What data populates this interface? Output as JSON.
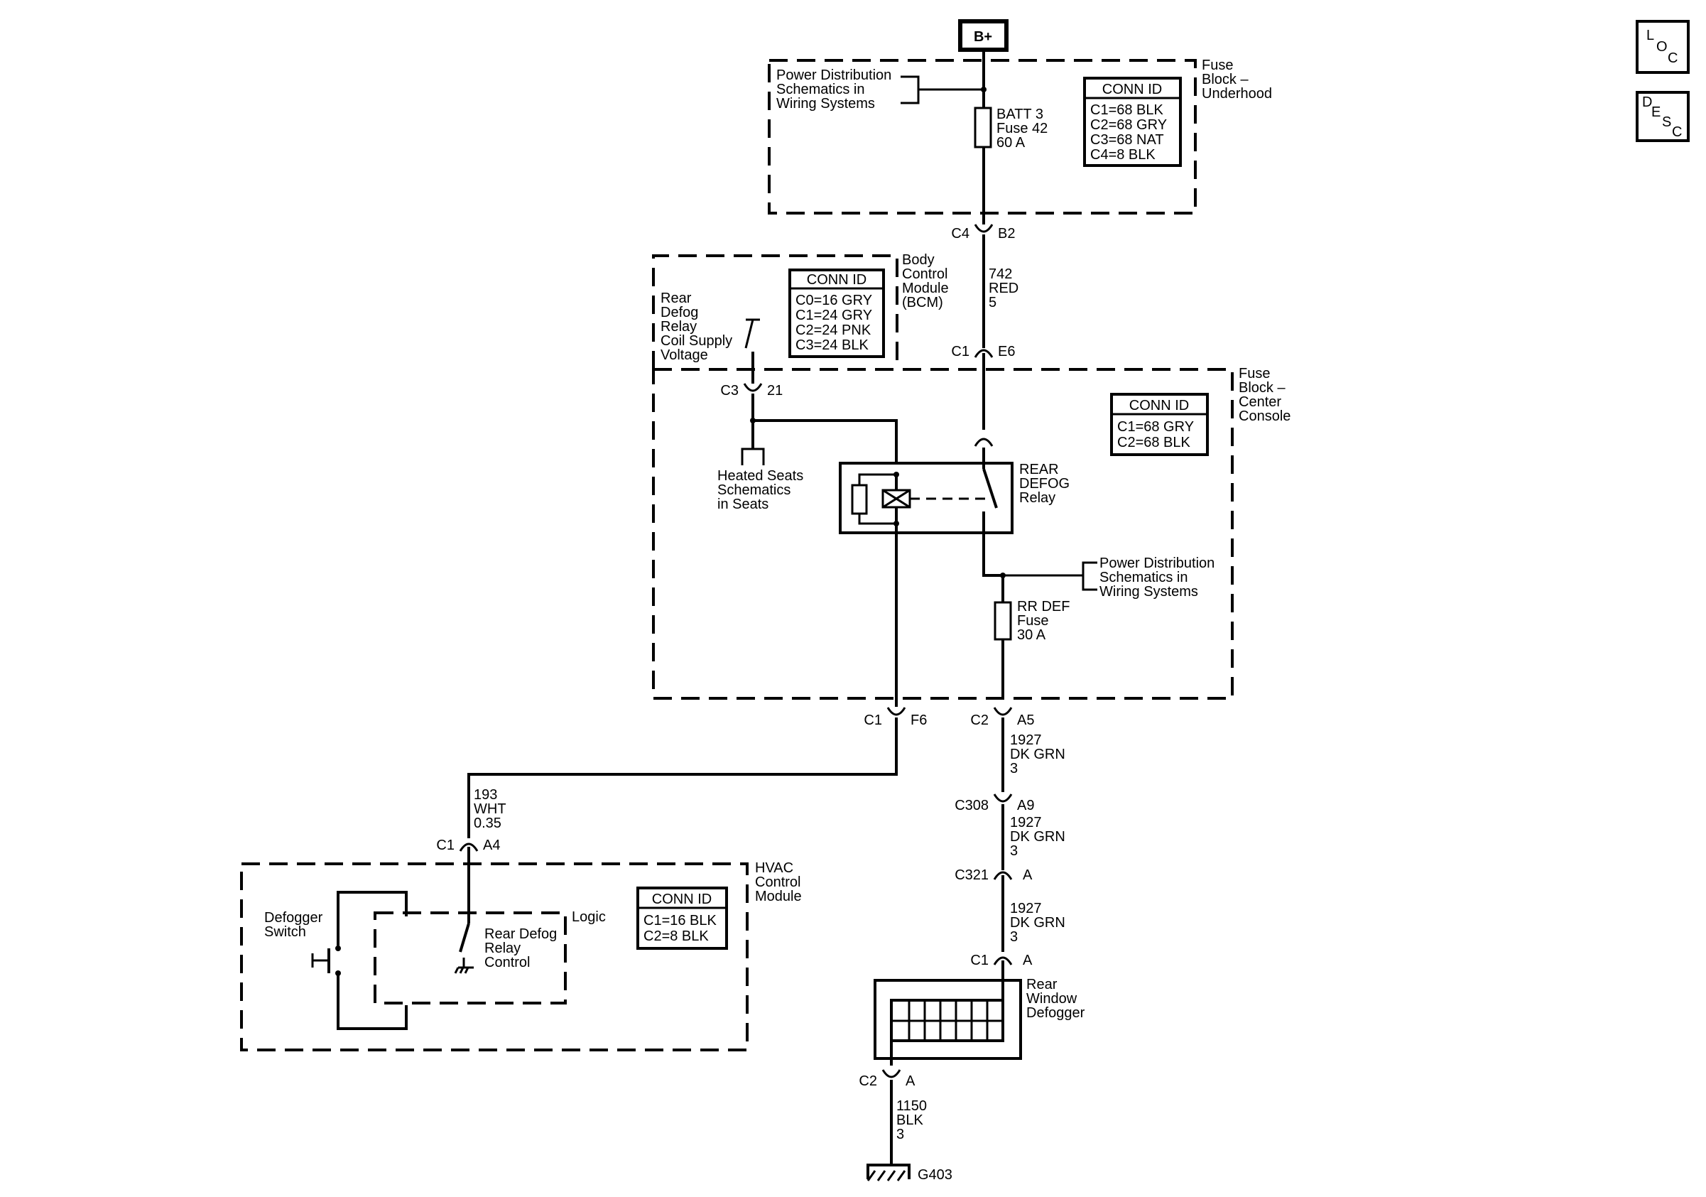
{
  "nav": {
    "loc": {
      "l1": "L",
      "l2": "O",
      "l3": "C"
    },
    "desc": {
      "l1": "D",
      "l2": "E",
      "l3": "S",
      "l4": "C"
    }
  },
  "power_source": "B+",
  "fuse_block_underhood": {
    "title": [
      "Fuse",
      "Block –",
      "Underhood"
    ],
    "ref": [
      "Power Distribution",
      "Schematics in",
      "Wiring  Systems"
    ],
    "fuse": [
      "BATT 3",
      "Fuse 42",
      "60 A"
    ],
    "conn_id": {
      "header": "CONN ID",
      "rows": [
        "C1=68 BLK",
        "C2=68 GRY",
        "C3=68 NAT",
        "C4=8 BLK"
      ]
    }
  },
  "bcm": {
    "title": [
      "Body",
      "Control",
      "Module",
      "(BCM)"
    ],
    "conn_id": {
      "header": "CONN ID",
      "rows": [
        "C0=16 GRY",
        "C1=24 GRY",
        "C2=24 PNK",
        "C3=24 BLK"
      ]
    },
    "coil_supply": [
      "Rear",
      "Defog",
      "Relay",
      "Coil Supply",
      "Voltage"
    ]
  },
  "fuse_block_center": {
    "title": [
      "Fuse",
      "Block –",
      "Center",
      "Console"
    ],
    "conn_id": {
      "header": "CONN ID",
      "rows": [
        "C1=68 GRY",
        "C2=68 BLK"
      ]
    },
    "relay": [
      "REAR",
      "DEFOG",
      "Relay"
    ],
    "ref": [
      "Power Distribution",
      "Schematics in",
      "Wiring  Systems"
    ],
    "fuse": [
      "RR DEF",
      "Fuse",
      "30 A"
    ]
  },
  "heated_seats": [
    "Heated Seats",
    "Schematics",
    "in Seats"
  ],
  "hvac": {
    "title": [
      "HVAC",
      "Control",
      "Module"
    ],
    "conn_id": {
      "header": "CONN ID",
      "rows": [
        "C1=16 BLK",
        "C2=8 BLK"
      ]
    },
    "switch": [
      "Defogger",
      "Switch"
    ],
    "logic": "Logic",
    "relay_control": [
      "Rear Defog",
      "Relay",
      "Control"
    ]
  },
  "defogger": [
    "Rear",
    "Window",
    "Defogger"
  ],
  "ground": "G403",
  "connectors": {
    "c4_b2": {
      "conn": "C4",
      "pin": "B2"
    },
    "c1_e6": {
      "conn": "C1",
      "pin": "E6"
    },
    "c3_21": {
      "conn": "C3",
      "pin": "21"
    },
    "c1_f6": {
      "conn": "C1",
      "pin": "F6"
    },
    "c2_a5": {
      "conn": "C2",
      "pin": "A5"
    },
    "c308_a9": {
      "conn": "C308",
      "pin": "A9"
    },
    "c321_a": {
      "conn": "C321",
      "pin": "A"
    },
    "c1_a_defog": {
      "conn": "C1",
      "pin": "A"
    },
    "c2_a_defog": {
      "conn": "C2",
      "pin": "A"
    },
    "c1_a4": {
      "conn": "C1",
      "pin": "A4"
    }
  },
  "wires": {
    "w742": [
      "742",
      "RED",
      "5"
    ],
    "w1927a": [
      "1927",
      "DK GRN",
      "3"
    ],
    "w1927b": [
      "1927",
      "DK GRN",
      "3"
    ],
    "w1927c": [
      "1927",
      "DK GRN",
      "3"
    ],
    "w193": [
      "193",
      "WHT",
      "0.35"
    ],
    "w1150": [
      "1150",
      "BLK",
      "3"
    ]
  }
}
